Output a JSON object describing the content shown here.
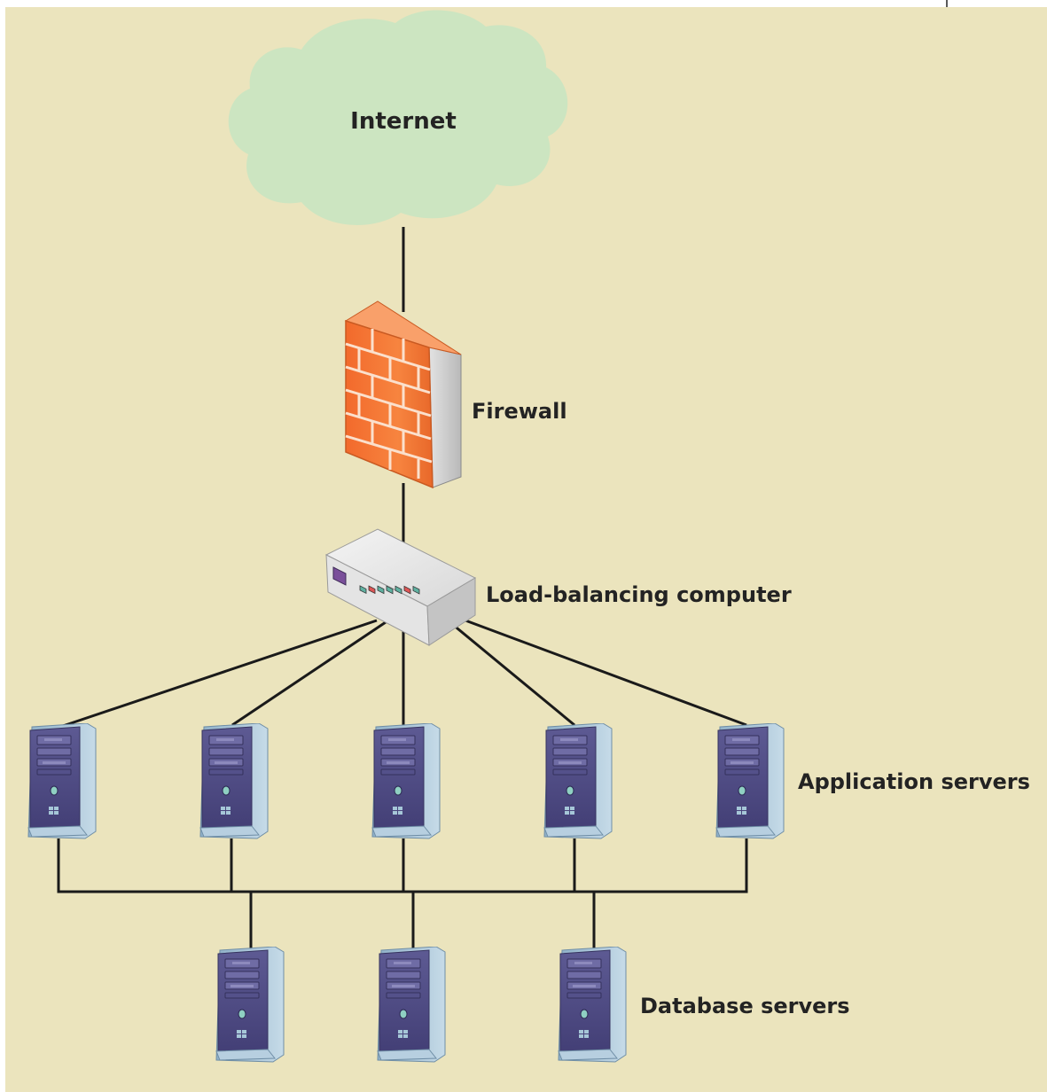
{
  "diagram": {
    "labels": {
      "internet": "Internet",
      "firewall": "Firewall",
      "load_balancer": "Load-balancing computer",
      "app_servers": "Application servers",
      "db_servers": "Database servers"
    },
    "counts": {
      "application_servers": 5,
      "database_servers": 3
    },
    "colors": {
      "background": "#ebe4bd",
      "cloud": "#cce5c1",
      "firewall": "#f47a3a",
      "server": "#4d4a80",
      "server_panel": "#a9c4d7",
      "wire": "#1a1a1a"
    }
  }
}
